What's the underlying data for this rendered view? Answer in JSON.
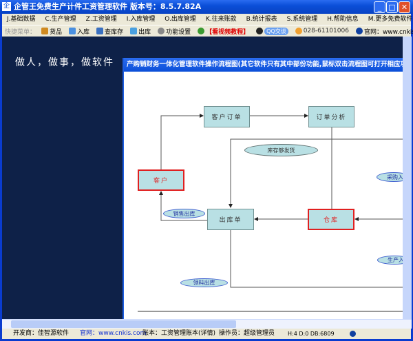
{
  "window": {
    "title": "企管王免费生产计件工资管理软件 版本号：8.5.7.82A",
    "minimize": "_",
    "maximize": "□",
    "close": "✕"
  },
  "menu": [
    "J.基础数据",
    "C.生产管理",
    "Z.工资管理",
    "I.入库管理",
    "O.出库管理",
    "K.往来账款",
    "B.统计报表",
    "S.系统管理",
    "H.帮助信息",
    "M.更多免费软件"
  ],
  "toolbar": {
    "label": "快捷菜单：",
    "items": [
      "货品",
      "入库",
      "查库存",
      "出库",
      "功能设置",
      "【看视频教程】",
      "QQ交谈",
      "028-61101006",
      "官网：www.cnkis.com"
    ]
  },
  "slogan": "做人，做事，做软件",
  "child": {
    "title": "产购销财务一体化管理软件操作流程图(其它软件只有其中部份功能,鼠标双击流程图可打开相应功能)"
  },
  "flow": {
    "customer_order": "客户订单",
    "order_analysis": "订单分析",
    "customer": "客户",
    "delivery_note": "出库单",
    "warehouse": "仓库",
    "stock_ship": "库存够发货",
    "purchase": "采购入",
    "sales_out": "销售出库",
    "production": "生产入",
    "material_out": "领料出库"
  },
  "status": {
    "developer": "开发商：佳智源软件",
    "website": "官网：www.cnkis.com",
    "account": "账本：工资管理账本(详情)",
    "operator": "操作员：超级管理员",
    "counters": "H:4 D:0 DB:6809"
  },
  "colors": {
    "titlebar": "#0b4fd8",
    "background": "#0e2148",
    "box": "#b9e0e4",
    "highlight": "#e02020"
  }
}
